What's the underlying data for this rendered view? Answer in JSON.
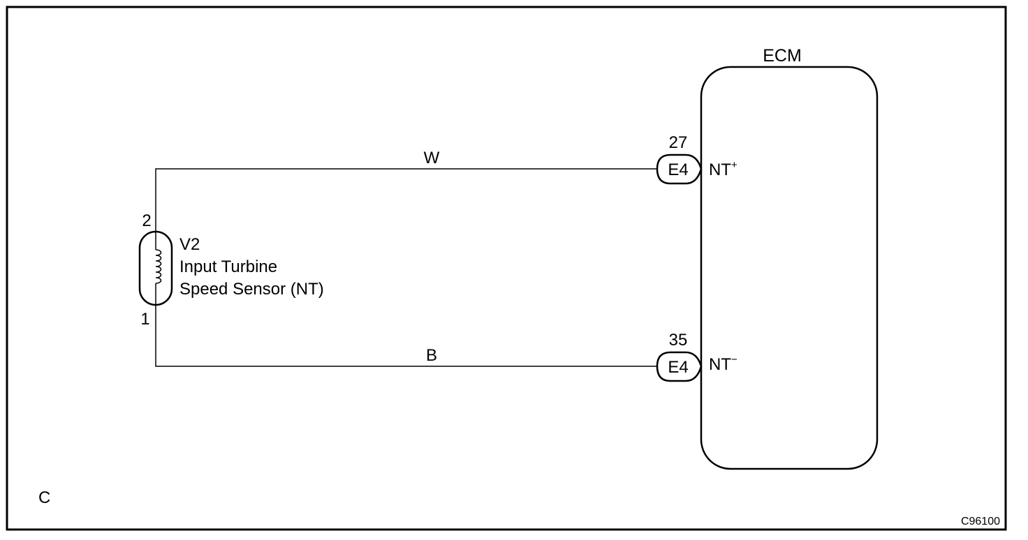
{
  "ecm": {
    "label": "ECM",
    "terminals": [
      {
        "pin": "27",
        "connector": "E4",
        "name": "NT",
        "polarity": "+"
      },
      {
        "pin": "35",
        "connector": "E4",
        "name": "NT",
        "polarity": "−"
      }
    ]
  },
  "sensor": {
    "code": "V2",
    "name_line1": "Input Turbine",
    "name_line2": "Speed Sensor (NT)",
    "pin_top": "2",
    "pin_bottom": "1"
  },
  "wires": {
    "upper_color": "W",
    "lower_color": "B"
  },
  "corner_code": "C",
  "figure_id": "C96100"
}
